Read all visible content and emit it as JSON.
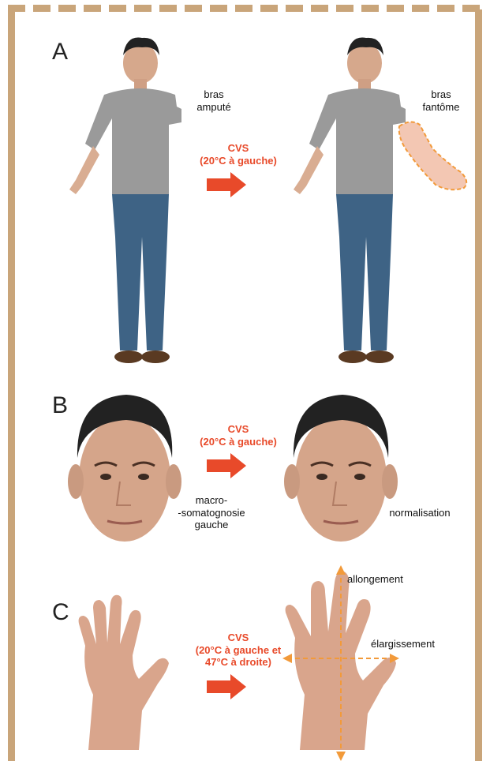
{
  "panels": [
    {
      "letter": "A",
      "stimulus": [
        "CVS",
        "(20°C à gauche)"
      ],
      "before_label": [
        "bras",
        "amputé"
      ],
      "after_label": [
        "bras",
        "fantôme"
      ]
    },
    {
      "letter": "B",
      "stimulus": [
        "CVS",
        "(20°C à gauche)"
      ],
      "before_label": [
        "macro-",
        "-somatognosie",
        "gauche"
      ],
      "after_label": [
        "normalisation"
      ]
    },
    {
      "letter": "C",
      "stimulus": [
        "CVS",
        "(20°C à gauche et",
        "47°C à droite)"
      ],
      "after_label_1": "allongement",
      "after_label_2": "élargissement"
    }
  ],
  "colors": {
    "frame": "#c9a57a",
    "arrow": "#e84a2a",
    "dashed_highlight": "#f29a3a",
    "skin": "#e2b79c",
    "shirt": "#9a9a9a",
    "jeans": "#3e6385",
    "hair": "#222222"
  }
}
